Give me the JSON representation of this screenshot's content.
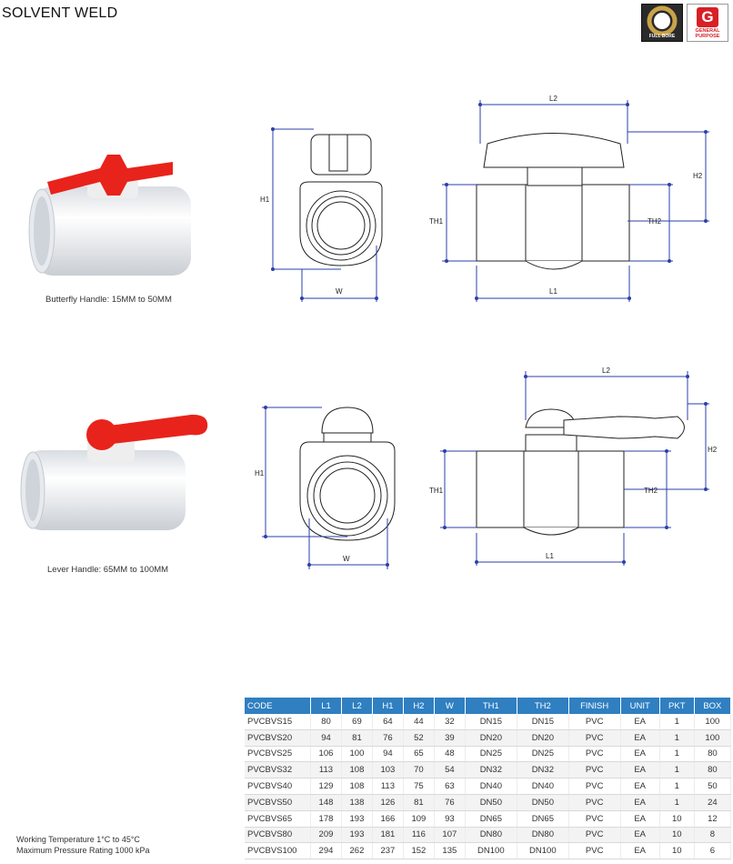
{
  "page": {
    "title": "SOLVENT WELD",
    "badges": {
      "full_bore": "FULL BORE",
      "general_letter": "G",
      "general_text": "GENERAL PURPOSE"
    }
  },
  "products": [
    {
      "caption": "Butterfly Handle: 15MM to 50MM"
    },
    {
      "caption": "Lever Handle: 65MM to 100MM"
    }
  ],
  "dimension_labels": {
    "l1": "L1",
    "l2": "L2",
    "h1": "H1",
    "h2": "H2",
    "w": "W",
    "th1": "TH1",
    "th2": "TH2"
  },
  "colors": {
    "handle_red": "#e8231b",
    "body_white": "#f2f2f2",
    "dimension_blue": "#2b3fa8",
    "table_header": "#2f7fc1"
  },
  "table": {
    "headers": [
      "CODE",
      "L1",
      "L2",
      "H1",
      "H2",
      "W",
      "TH1",
      "TH2",
      "FINISH",
      "UNIT",
      "PKT",
      "BOX"
    ],
    "rows": [
      [
        "PVCBVS15",
        "80",
        "69",
        "64",
        "44",
        "32",
        "DN15",
        "DN15",
        "PVC",
        "EA",
        "1",
        "100"
      ],
      [
        "PVCBVS20",
        "94",
        "81",
        "76",
        "52",
        "39",
        "DN20",
        "DN20",
        "PVC",
        "EA",
        "1",
        "100"
      ],
      [
        "PVCBVS25",
        "106",
        "100",
        "94",
        "65",
        "48",
        "DN25",
        "DN25",
        "PVC",
        "EA",
        "1",
        "80"
      ],
      [
        "PVCBVS32",
        "113",
        "108",
        "103",
        "70",
        "54",
        "DN32",
        "DN32",
        "PVC",
        "EA",
        "1",
        "80"
      ],
      [
        "PVCBVS40",
        "129",
        "108",
        "113",
        "75",
        "63",
        "DN40",
        "DN40",
        "PVC",
        "EA",
        "1",
        "50"
      ],
      [
        "PVCBVS50",
        "148",
        "138",
        "126",
        "81",
        "76",
        "DN50",
        "DN50",
        "PVC",
        "EA",
        "1",
        "24"
      ],
      [
        "PVCBVS65",
        "178",
        "193",
        "166",
        "109",
        "93",
        "DN65",
        "DN65",
        "PVC",
        "EA",
        "10",
        "12"
      ],
      [
        "PVCBVS80",
        "209",
        "193",
        "181",
        "116",
        "107",
        "DN80",
        "DN80",
        "PVC",
        "EA",
        "10",
        "8"
      ],
      [
        "PVCBVS100",
        "294",
        "262",
        "237",
        "152",
        "135",
        "DN100",
        "DN100",
        "PVC",
        "EA",
        "10",
        "6"
      ]
    ]
  },
  "notes": {
    "working_temperature": "Working Temperature  1°C to 45°C",
    "max_pressure": "Maximum Pressure Rating  1000 kPa"
  }
}
